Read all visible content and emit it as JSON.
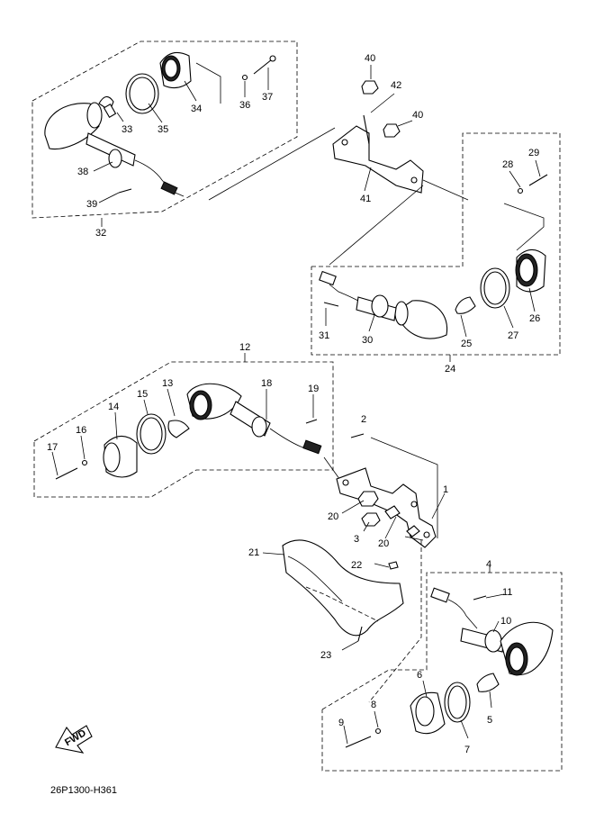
{
  "diagram_code": "26P1300-H361",
  "fwd_label": "FWD",
  "callouts": [
    "1",
    "2",
    "3",
    "4",
    "5",
    "6",
    "7",
    "8",
    "9",
    "10",
    "11",
    "12",
    "13",
    "14",
    "15",
    "16",
    "17",
    "18",
    "19",
    "20",
    "20",
    "21",
    "22",
    "23",
    "24",
    "25",
    "26",
    "27",
    "28",
    "29",
    "30",
    "31",
    "32",
    "33",
    "34",
    "35",
    "36",
    "37",
    "38",
    "39",
    "40",
    "40",
    "41",
    "42"
  ]
}
